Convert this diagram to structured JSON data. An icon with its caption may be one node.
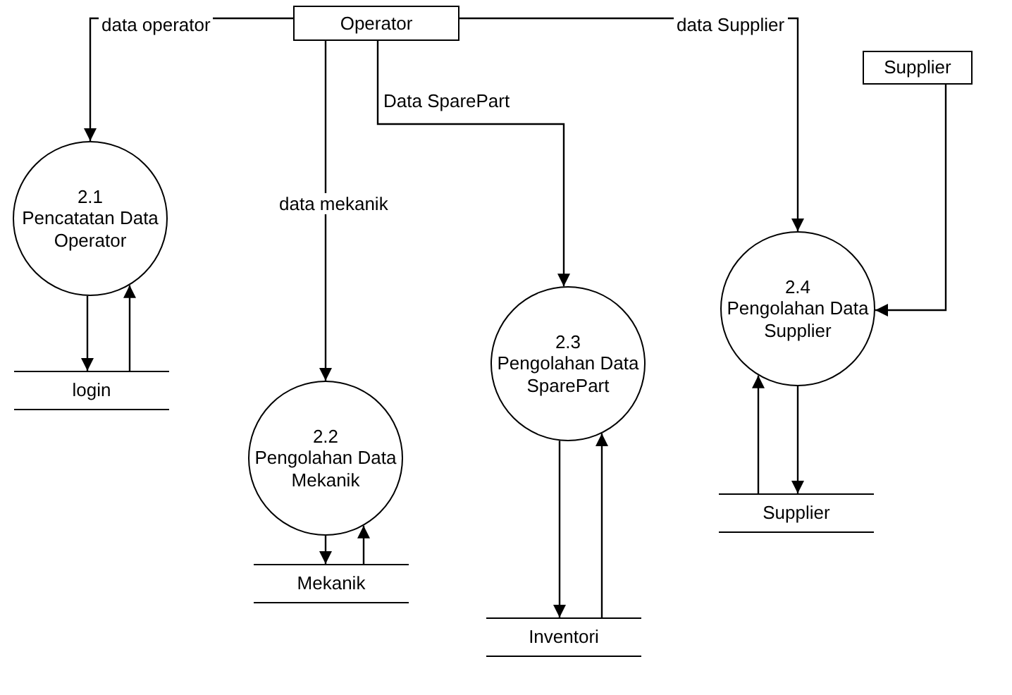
{
  "diagram": {
    "nodes": [
      {
        "text": [
          "Operator"
        ]
      },
      {
        "text": [
          "Supplier"
        ]
      },
      {
        "text": [
          "2.1",
          "Pencatatan Data Operator"
        ]
      },
      {
        "text": [
          "2.2",
          "Pengolahan Data Mekanik"
        ]
      },
      {
        "text": [
          "2.3",
          "Pengolahan Data SparePart"
        ]
      },
      {
        "text": [
          "2.4",
          "Pengolahan Data Supplier"
        ]
      },
      {
        "text": [
          "login"
        ]
      },
      {
        "text": [
          "Mekanik"
        ]
      },
      {
        "text": [
          "Inventori"
        ]
      },
      {
        "text": [
          "Supplier"
        ]
      }
    ],
    "edges": [
      {
        "from": 0,
        "to": 2,
        "arrow": "to",
        "label": "data operator"
      },
      {
        "from": 0,
        "to": 3,
        "arrow": "to",
        "label": "data mekanik"
      },
      {
        "from": 0,
        "to": 4,
        "arrow": "to",
        "label": "Data SparePart"
      },
      {
        "from": 0,
        "to": 5,
        "arrow": "to",
        "label": "data Supplier"
      },
      {
        "from": 1,
        "to": 5,
        "arrow": "to"
      },
      {
        "from": 2,
        "to": 6,
        "arrow": "to"
      },
      {
        "from": 6,
        "to": 2,
        "arrow": "to"
      },
      {
        "from": 3,
        "to": 7,
        "arrow": "to"
      },
      {
        "from": 7,
        "to": 3,
        "arrow": "to"
      },
      {
        "from": 4,
        "to": 8,
        "arrow": "to"
      },
      {
        "from": 8,
        "to": 4,
        "arrow": "to"
      },
      {
        "from": 9,
        "to": 5,
        "arrow": "to"
      },
      {
        "from": 5,
        "to": 9,
        "arrow": "to"
      }
    ]
  }
}
